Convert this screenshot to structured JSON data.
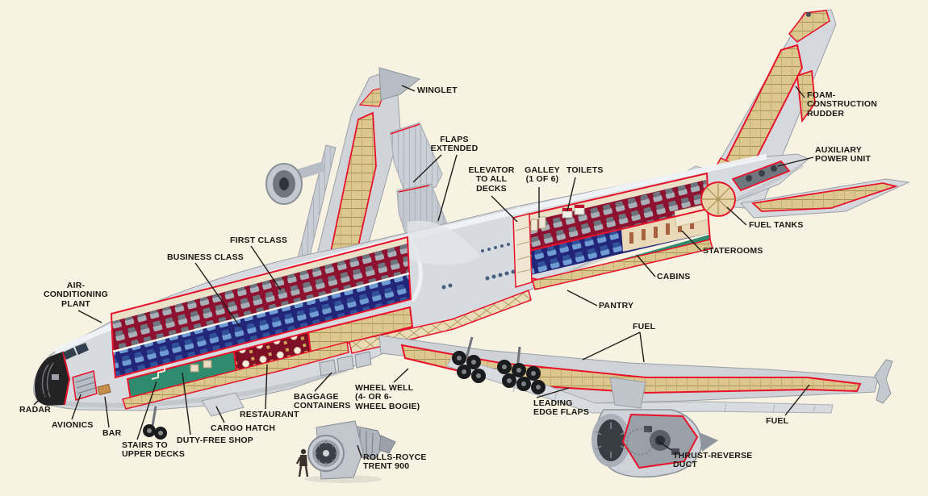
{
  "diagram": {
    "labels": {
      "winglet": {
        "text": "WINGLET"
      },
      "flaps_extended": {
        "text": "FLAPS\nEXTENDED"
      },
      "elevator_to_all_decks": {
        "text": "ELEVATOR\nTO ALL\nDECKS"
      },
      "galley": {
        "text": "GALLEY\n(1 OF 6)"
      },
      "toilets": {
        "text": "TOILETS"
      },
      "foam_construction_rudder": {
        "text": "FOAM-\nCONSTRUCTION\nRUDDER"
      },
      "auxiliary_power_unit": {
        "text": "AUXILIARY\nPOWER UNIT"
      },
      "fuel_tanks": {
        "text": "FUEL TANKS"
      },
      "staterooms": {
        "text": "STATEROOMS"
      },
      "cabins": {
        "text": "CABINS"
      },
      "pantry": {
        "text": "PANTRY"
      },
      "fuel_center": {
        "text": "FUEL"
      },
      "fuel_right": {
        "text": "FUEL"
      },
      "first_class": {
        "text": "FIRST CLASS"
      },
      "business_class": {
        "text": "BUSINESS CLASS"
      },
      "air_conditioning_plant": {
        "text": "AIR-\nCONDITIONING\nPLANT"
      },
      "radar": {
        "text": "RADAR"
      },
      "avionics": {
        "text": "AVIONICS"
      },
      "bar": {
        "text": "BAR"
      },
      "stairs_to_upper_decks": {
        "text": "STAIRS TO\nUPPER DECKS"
      },
      "duty_free_shop": {
        "text": "DUTY-FREE SHOP"
      },
      "cargo_hatch": {
        "text": "CARGO HATCH"
      },
      "restaurant": {
        "text": "RESTAURANT"
      },
      "baggage_containers": {
        "text": "BAGGAGE\nCONTAINERS"
      },
      "wheel_well": {
        "text": "WHEEL WELL\n(4- OR 6-\nWHEEL BOGIE)"
      },
      "rolls_royce_trent_900": {
        "text": "ROLLS-ROYCE\nTRENT 900"
      },
      "leading_edge_flaps": {
        "text": "LEADING\nEDGE FLAPS"
      },
      "thrust_reverse_duct": {
        "text": "THRUST-REVERSE\nDUCT"
      }
    },
    "colors": {
      "background": "#f7f2e2",
      "cutaway_outline_red": "#e8132b",
      "label_text": "#1c1712",
      "fuselage_gray": "#d7dade",
      "upper_deck_carpet": "#8e1130",
      "main_deck_blue": "#232579",
      "interior_rib_tan": "#dcc78f",
      "cabin_floor_green": "#2f8b6e",
      "restaurant_floor": "#7d1026",
      "radome_black": "#232323"
    }
  }
}
